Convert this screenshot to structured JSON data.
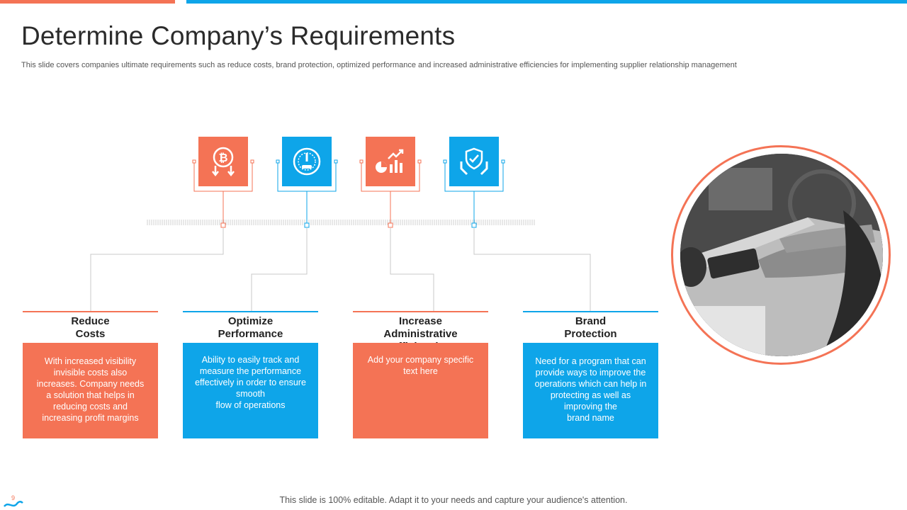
{
  "title": "Determine Company’s Requirements",
  "subtitle": "This slide covers companies ultimate requirements such as reduce costs, brand protection, optimized performance and increased administrative efficiencies for implementing supplier relationship management",
  "colors": {
    "orange": "#f47355",
    "blue": "#0ea5e9"
  },
  "cards": [
    {
      "heading_line1": "Reduce",
      "heading_line2": "Costs",
      "icon": "bitcoin-down-icon",
      "color": "orange",
      "body": "With increased visibility\ninvisible costs also\nincreases. Company needs\na solution that helps in\nreducing costs and\nincreasing profit margins"
    },
    {
      "heading_line1": "Optimize",
      "heading_line2": "Performance",
      "icon": "speedometer-icon",
      "color": "blue",
      "body": "Ability to easily track and\nmeasure the performance\neffectively in order to ensure\nsmooth\nflow of operations"
    },
    {
      "heading_line1": "Increase",
      "heading_line2": "Administrative Efficiencies",
      "icon": "growth-chart-icon",
      "color": "orange",
      "body": "Add your company specific\ntext here"
    },
    {
      "heading_line1": "Brand",
      "heading_line2": "Protection",
      "icon": "shield-hands-icon",
      "color": "blue",
      "body": "Need for a program that can\nprovide ways to improve the\noperations which can help in\nprotecting as well as\nimproving the\nbrand name"
    }
  ],
  "footer": "This slide is 100% editable. Adapt it to your needs and capture your audience's attention.",
  "page_number": "9"
}
